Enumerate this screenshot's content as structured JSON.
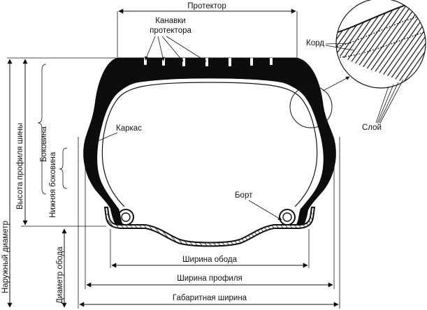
{
  "labels": {
    "tread": "Протектор",
    "grooves_line1": "Канавки",
    "grooves_line2": "протектора",
    "cord": "Корд",
    "ply": "Слой",
    "carcass": "Каркас",
    "bead": "Борт",
    "rim_width": "Ширина обода",
    "profile_width": "Ширина профиля",
    "overall_width": "Габаритная ширина",
    "outer_diameter": "Наружный диаметр",
    "profile_height": "Высота профиля шины",
    "sidewall": "Боковина",
    "lower_sidewall": "Нижняя боковина",
    "rim_diameter": "Диаметр обода"
  },
  "colors": {
    "ink": "#111111",
    "tire": "#0d0d0d",
    "background": "#ffffff"
  }
}
